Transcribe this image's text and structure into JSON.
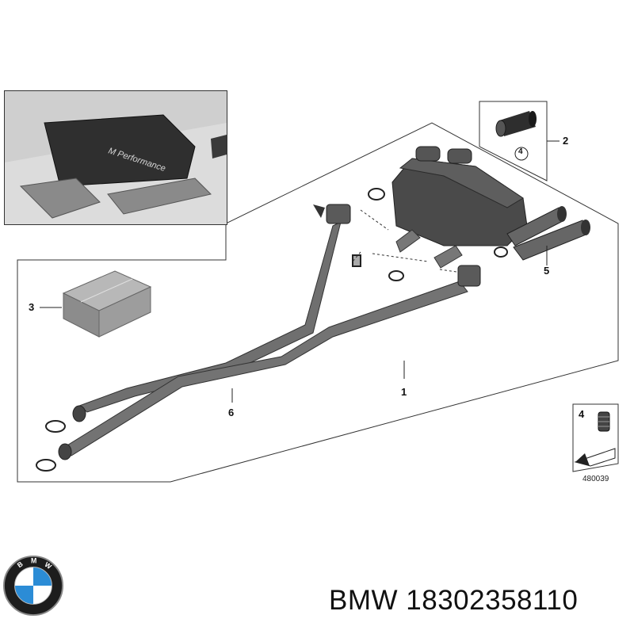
{
  "diagram": {
    "callouts": {
      "part1": "1",
      "part2": "2",
      "part3": "3",
      "part4_detail": "4",
      "part4_inset": "4",
      "part5": "5",
      "part6": "6"
    },
    "diagram_id": "480039",
    "inset_badge_text": "M Performance"
  },
  "footer": {
    "brand": "BMW",
    "part_number": "18302358110",
    "logo_letters": "BMW"
  },
  "colors": {
    "pipe": "#6f6f6f",
    "muffler": "#4a4a4a",
    "line": "#222222",
    "logo_blue": "#2b8cd6"
  }
}
